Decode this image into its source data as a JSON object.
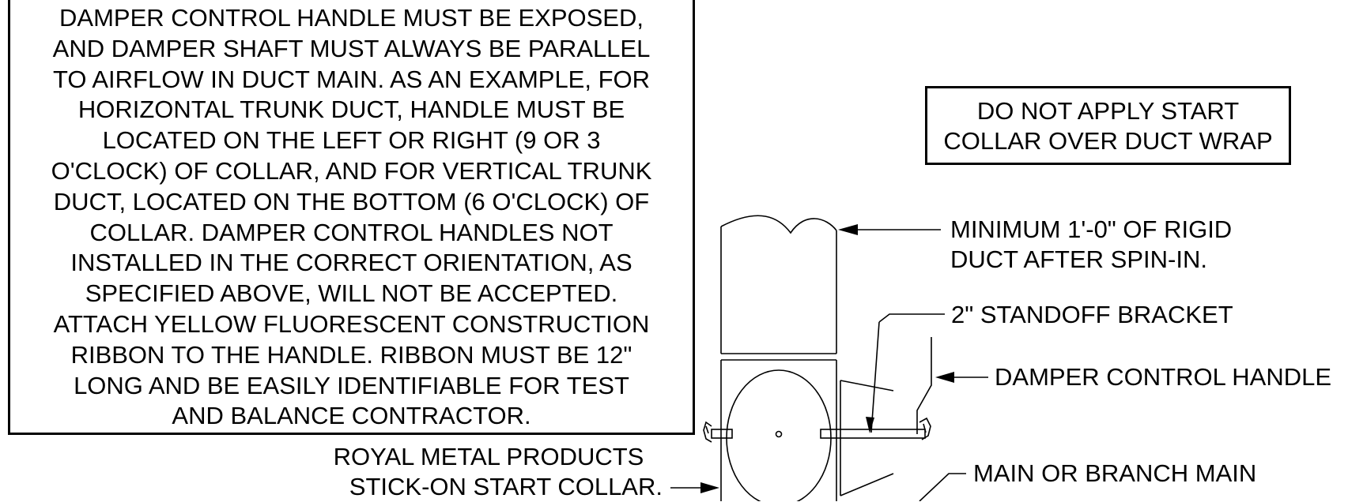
{
  "note": {
    "lines": [
      "DAMPER CONTROL HANDLE MUST BE EXPOSED,",
      "AND DAMPER SHAFT MUST ALWAYS BE PARALLEL",
      "TO AIRFLOW IN DUCT MAIN. AS AN EXAMPLE, FOR",
      "HORIZONTAL TRUNK DUCT, HANDLE MUST BE",
      "LOCATED ON THE LEFT OR RIGHT (9 OR 3",
      "O'CLOCK) OF COLLAR, AND FOR VERTICAL TRUNK",
      "DUCT, LOCATED ON THE BOTTOM (6 O'CLOCK) OF",
      "COLLAR. DAMPER CONTROL HANDLES NOT",
      "INSTALLED IN THE CORRECT ORIENTATION, AS",
      "SPECIFIED ABOVE, WILL NOT BE ACCEPTED.",
      "ATTACH YELLOW FLUORESCENT CONSTRUCTION",
      "RIBBON TO THE HANDLE. RIBBON MUST BE 12\"",
      "LONG AND BE EASILY IDENTIFIABLE FOR TEST",
      "AND BALANCE CONTRACTOR."
    ]
  },
  "warning": {
    "lines": [
      "DO NOT APPLY START",
      "COLLAR OVER DUCT WRAP"
    ]
  },
  "callouts": {
    "rigid_duct": [
      "MINIMUM 1'-0\" OF RIGID",
      "DUCT AFTER SPIN-IN."
    ],
    "standoff": "2\" STANDOFF BRACKET",
    "handle": "DAMPER CONTROL HANDLE",
    "start_collar": [
      "ROYAL METAL PRODUCTS",
      "STICK-ON START COLLAR."
    ],
    "main": "MAIN OR BRANCH MAIN"
  }
}
